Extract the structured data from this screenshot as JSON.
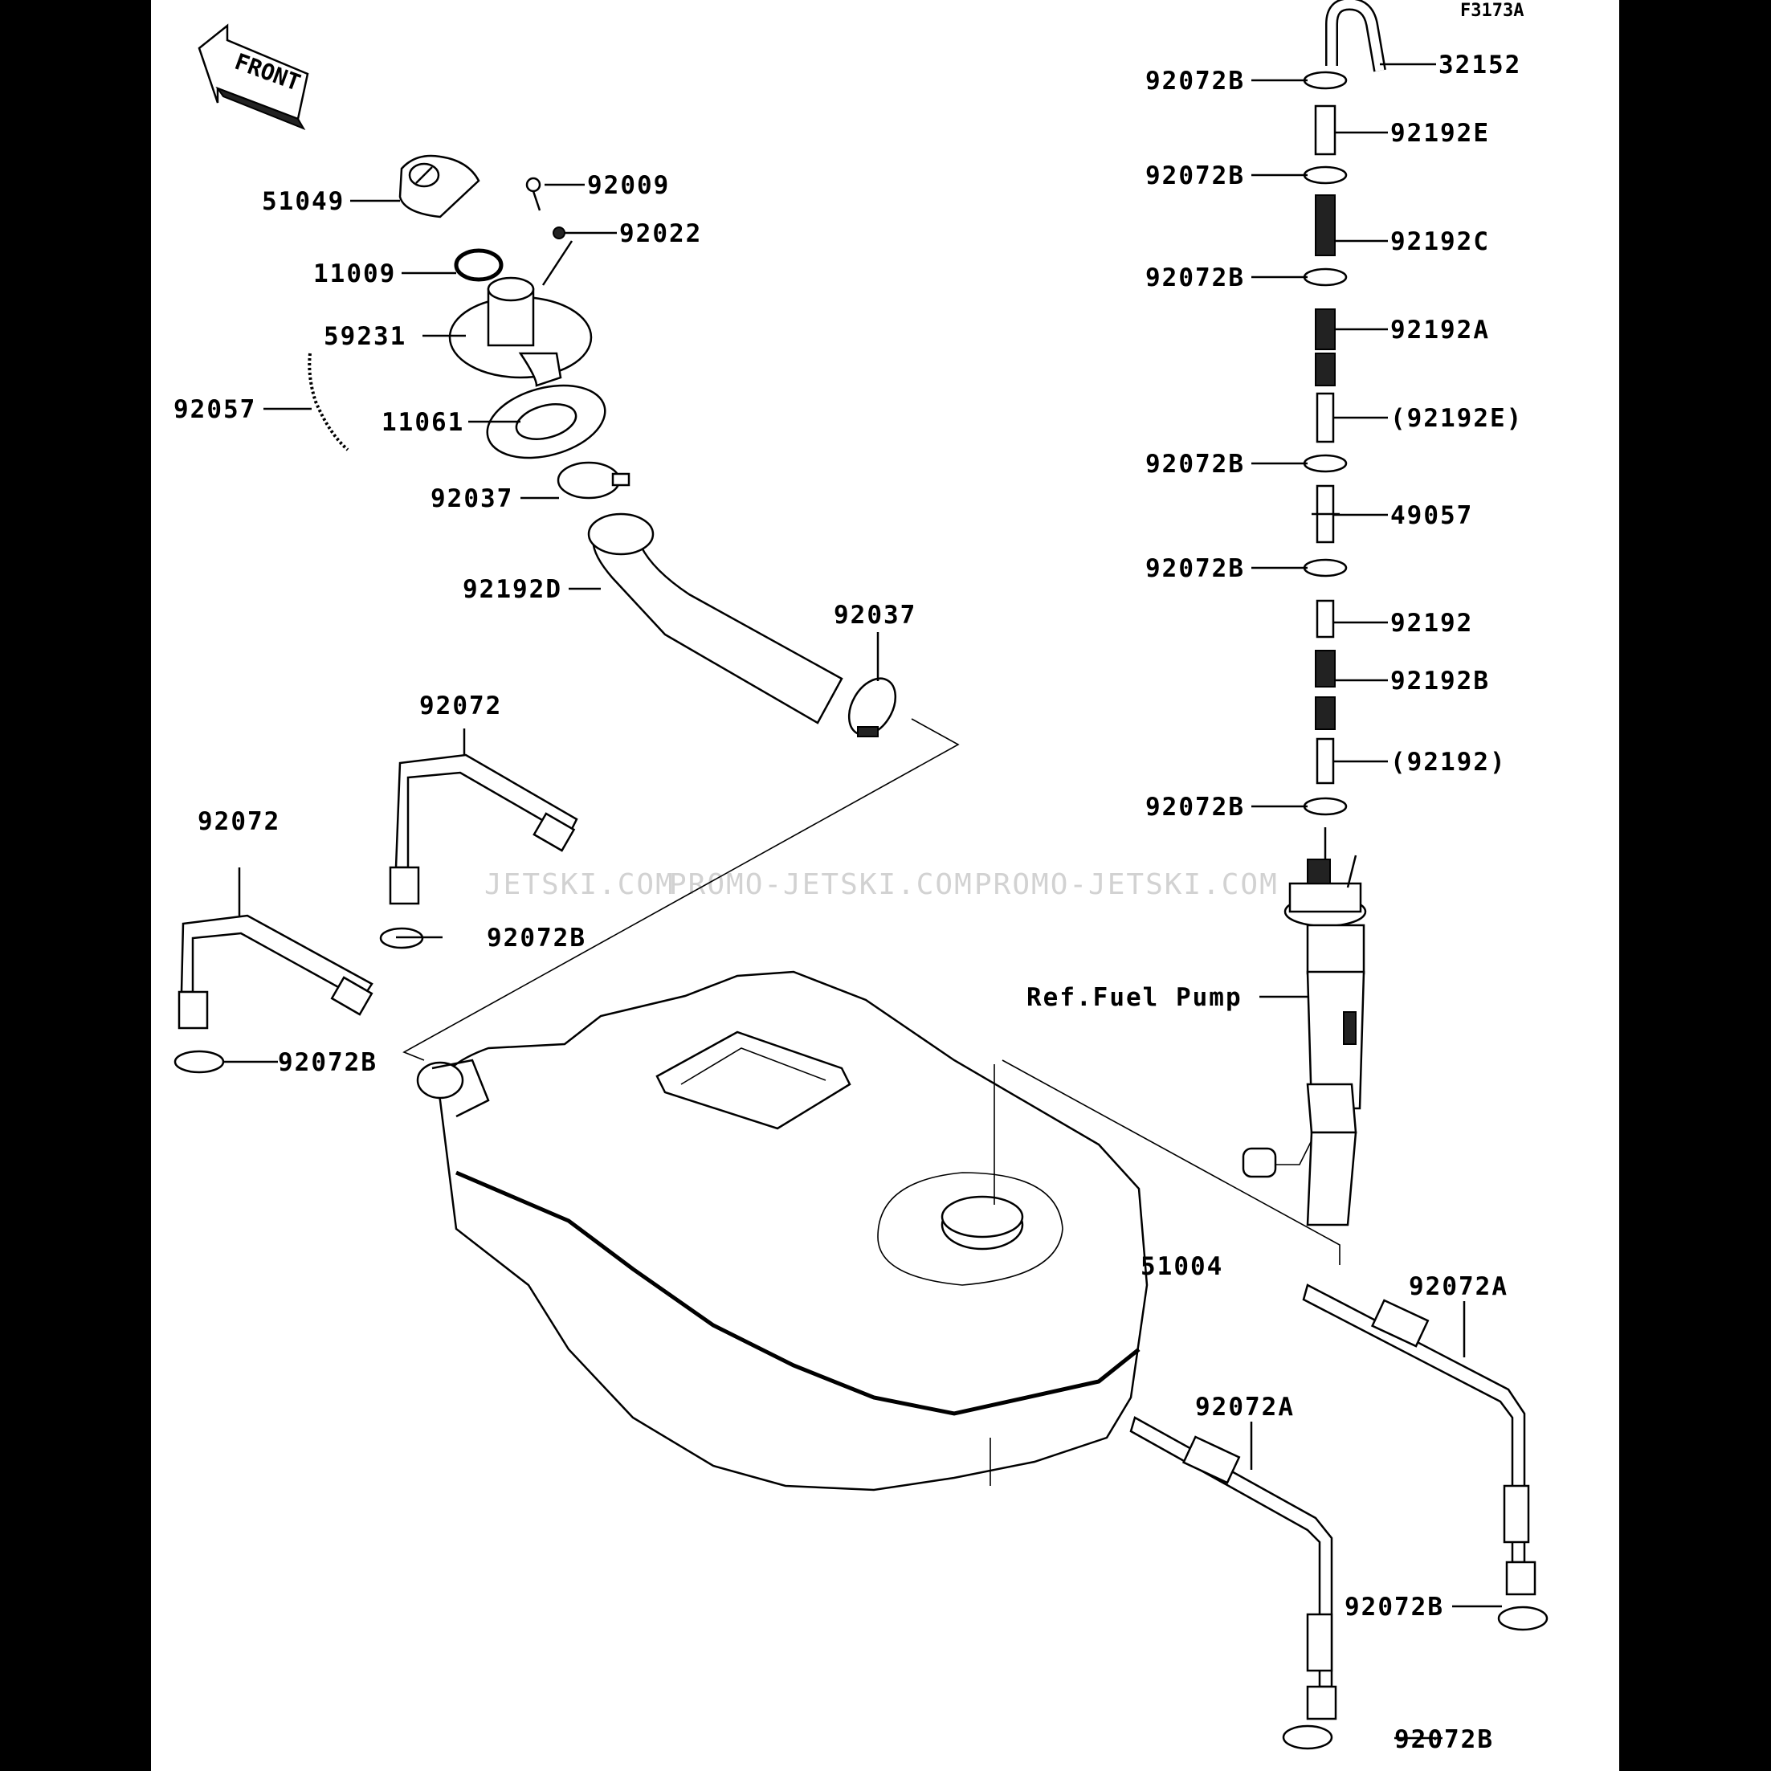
{
  "diagram_code": "F3173A",
  "front_label": "FRONT",
  "watermarks": [
    "JETSKI.COM",
    "PROMO-JETSKI.COM",
    "PROMO-JETSKI.COM"
  ],
  "labels": {
    "p32152": "32152",
    "p92072B_1": "92072B",
    "p92192E": "92192E",
    "p92072B_2": "92072B",
    "p92192C": "92192C",
    "p92072B_3": "92072B",
    "p92192A": "92192A",
    "p92192E_ref": "(92192E)",
    "p92072B_4": "92072B",
    "p49057": "49057",
    "p92072B_5": "92072B",
    "p92192": "92192",
    "p92192B": "92192B",
    "p92192_ref": "(92192)",
    "p92072B_6": "92072B",
    "ref_fuel_pump": "Ref.Fuel Pump",
    "p51049": "51049",
    "p92009": "92009",
    "p92022": "92022",
    "p11009": "11009",
    "p59231": "59231",
    "p92057": "92057",
    "p11061": "11061",
    "p92037_1": "92037",
    "p92192D": "92192D",
    "p92037_2": "92037",
    "p92072_1": "92072",
    "p92072_2": "92072",
    "p92072B_7": "92072B",
    "p92072B_8": "92072B",
    "p51004": "51004",
    "p92072A_1": "92072A",
    "p92072A_2": "92072A",
    "p92072B_9": "92072B",
    "p92072B_10": "92072B"
  }
}
